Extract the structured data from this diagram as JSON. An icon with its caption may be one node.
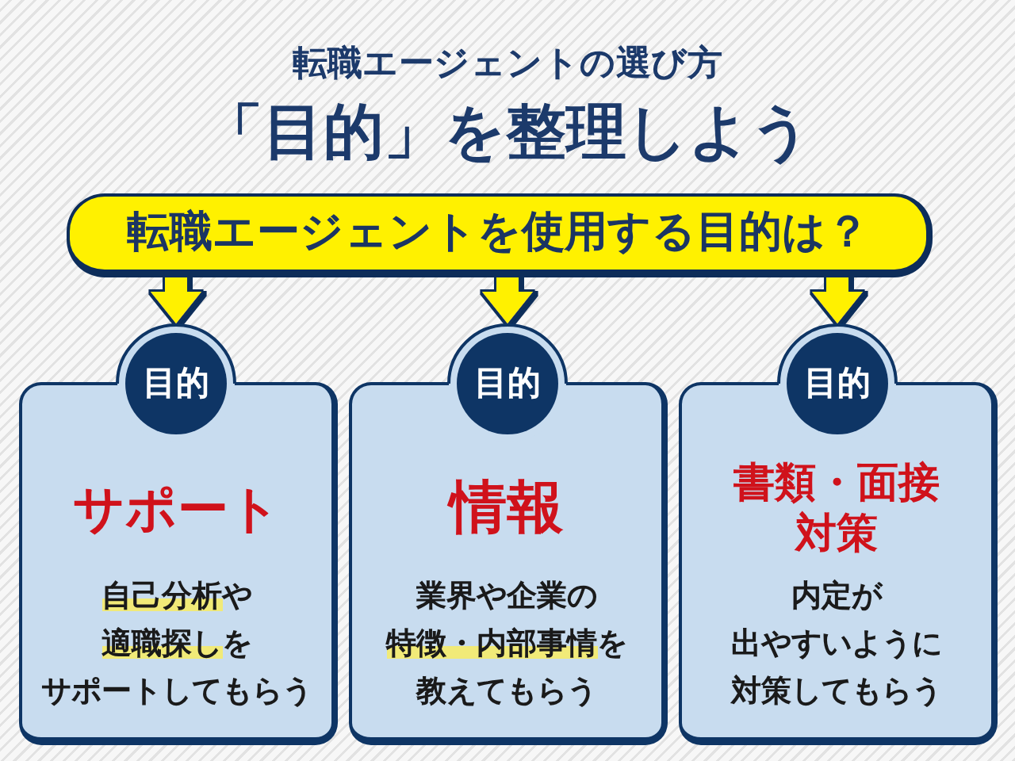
{
  "diagram": {
    "title": "「目的」を整理しよう",
    "nodes": [
      {
        "text": [
          "転職エージェントを使用する目的は？"
        ]
      },
      {
        "text": [
          "目的"
        ]
      },
      {
        "text": [
          "サポート",
          "**自己分析**や**適職探し**をサポートしてもらう"
        ]
      },
      {
        "text": [
          "目的"
        ]
      },
      {
        "text": [
          "情報",
          "業界や企業の**特徴・内部事情**を教えてもらう"
        ]
      },
      {
        "text": [
          "目的"
        ]
      },
      {
        "text": [
          "書類・面接対策",
          "内定が出やすいように対策してもらう"
        ]
      }
    ],
    "edges": [
      {
        "from": 0,
        "to": 1,
        "arrow": "to"
      },
      {
        "from": 0,
        "to": 3,
        "arrow": "to"
      },
      {
        "from": 0,
        "to": 5,
        "arrow": "to"
      }
    ],
    "labels": [
      "転職エージェントの選び方"
    ]
  }
}
